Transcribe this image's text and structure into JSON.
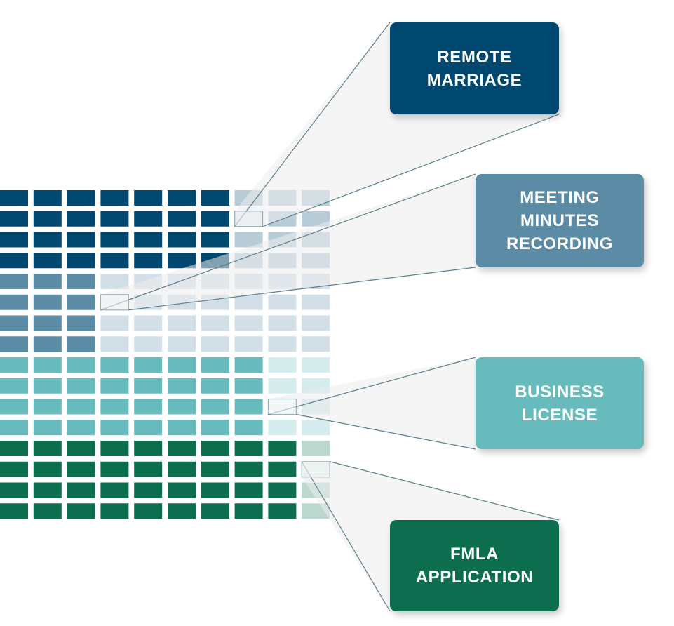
{
  "labels": {
    "remote_marriage": "REMOTE\nMARRIAGE",
    "meeting_minutes": "MEETING\nMINUTES\nRECORDING",
    "business_license": "BUSINESS\nLICENSE",
    "fmla_application": "FMLA\nAPPLICATION"
  },
  "grid": {
    "columns": 10,
    "rows_per_group": 4,
    "groups": [
      {
        "key": "remote_marriage",
        "color": "#00486f",
        "ghost_from_col": 7,
        "highlight_cell": {
          "row": 1,
          "col": 7
        }
      },
      {
        "key": "meeting_minutes",
        "color": "#5c8ba6",
        "ghost_from_col": 3,
        "highlight_cell": {
          "row": 1,
          "col": 3
        }
      },
      {
        "key": "business_license",
        "color": "#67bbbd",
        "ghost_from_col": 8,
        "highlight_cell": {
          "row": 2,
          "col": 8
        }
      },
      {
        "key": "fmla_application",
        "color": "#0c6e4f",
        "ghost_from_col": 9,
        "highlight_cell": {
          "row": 1,
          "col": 9
        }
      }
    ]
  },
  "colors": {
    "remote_marriage": "#00486f",
    "meeting_minutes": "#5c8ba6",
    "business_license": "#67bbbd",
    "fmla_application": "#0c6e4f",
    "beam_fill": "#ececec",
    "beam_edge": "#5d7f8c"
  }
}
